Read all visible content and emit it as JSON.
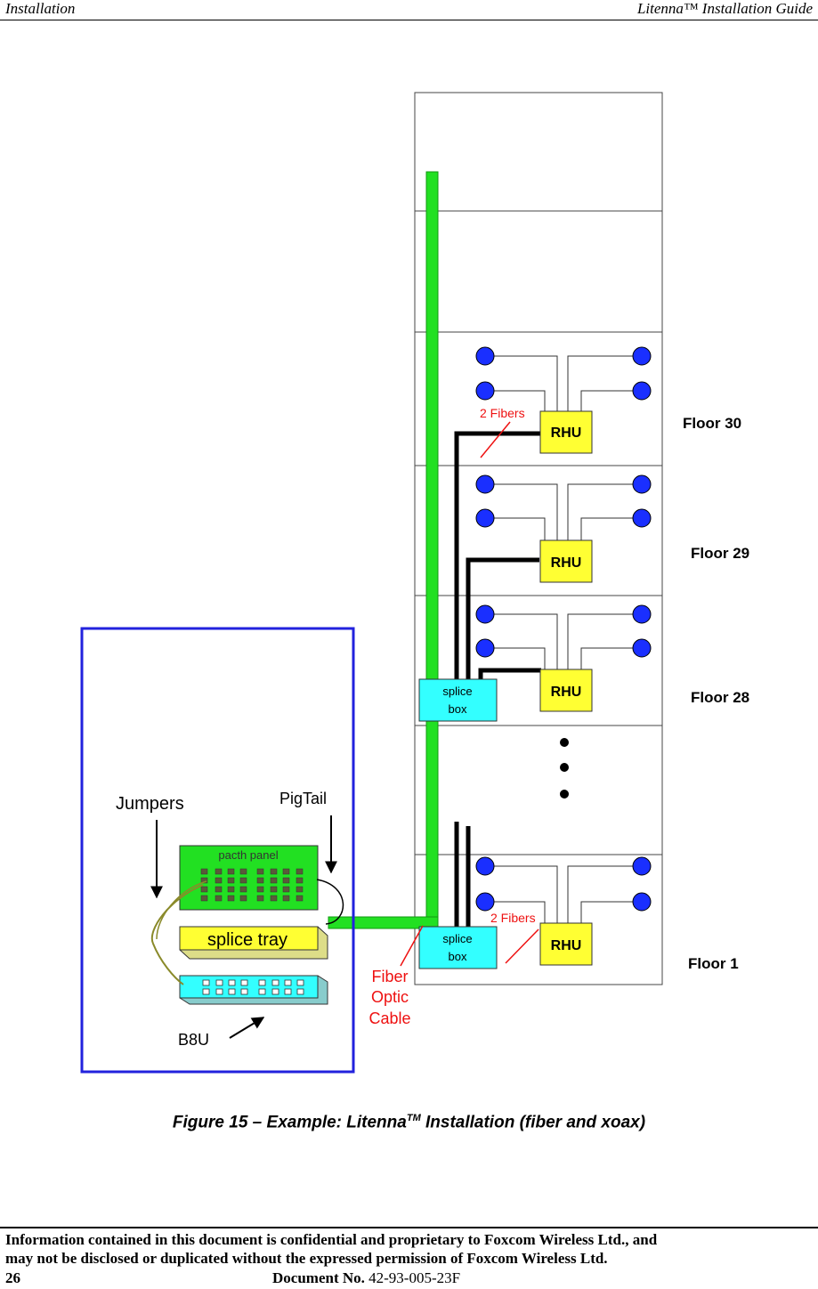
{
  "header": {
    "left": "Installation",
    "right": "Litenna™ Installation Guide"
  },
  "diagram": {
    "floors": [
      {
        "label": "Floor 30",
        "unit": "RHU",
        "fibers": "2 Fibers"
      },
      {
        "label": "Floor 29",
        "unit": "RHU"
      },
      {
        "label": "Floor 28",
        "unit": "RHU"
      },
      {
        "label": "Floor 1",
        "unit": "RHU",
        "fibers": "2 Fibers"
      }
    ],
    "splice_box_line1": "splice",
    "splice_box_line2": "box",
    "fiber_optic_cable": [
      "Fiber",
      "Optic",
      "Cable"
    ],
    "rack": {
      "jumpers": "Jumpers",
      "pigtail": "PigTail",
      "patch_panel": "pacth panel",
      "splice_tray": "splice tray",
      "b8u": "B8U"
    },
    "colors": {
      "riser": "#22e022",
      "rhu": "#ffff33",
      "splice_box": "#33ffff",
      "antenna": "#1a2fff",
      "rack_border": "#2222dd",
      "annotation": "#ee1111"
    }
  },
  "caption": {
    "prefix": "Figure 15 – Example: Litenna",
    "superscript": "TM",
    "suffix": " Installation (fiber and xoax)"
  },
  "footer": {
    "line1": "Information contained in this document is confidential and proprietary to Foxcom Wireless Ltd., and",
    "line2": "may not be disclosed or duplicated without the expressed permission of Foxcom Wireless Ltd.",
    "page_number": "26",
    "doc_label": "Document No.",
    "doc_number": "42-93-005-23F"
  }
}
